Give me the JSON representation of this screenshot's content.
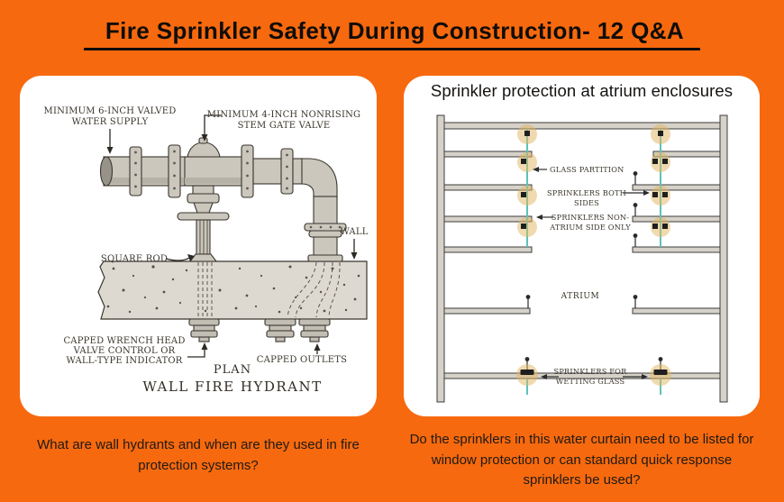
{
  "title": "Fire Sprinkler Safety During Construction- 12 Q&A",
  "colors": {
    "background": "#F7690E",
    "panel": "#FFFFFF",
    "ink": "#1F1C18",
    "glass_teal": "#5FC2BA",
    "sprinkler_halo": "#E2B55F"
  },
  "left_panel": {
    "question": "What are wall hydrants and when are they used in fire protection systems?",
    "diagram": {
      "supply_label_line1": "MINIMUM 6-INCH VALVED",
      "supply_label_line2": "WATER SUPPLY",
      "valve_label_line1": "MINIMUM 4-INCH NONRISING",
      "valve_label_line2": "STEM GATE VALVE",
      "square_rod_label": "SQUARE ROD",
      "wall_label": "WALL",
      "wrench_label_line1": "CAPPED WRENCH HEAD",
      "wrench_label_line2": "VALVE CONTROL OR",
      "wrench_label_line3": "WALL-TYPE INDICATOR",
      "capped_outlets_label": "CAPPED OUTLETS",
      "plan_label": "PLAN",
      "caption": "WALL FIRE HYDRANT"
    }
  },
  "right_panel": {
    "heading": "Sprinkler protection at atrium enclosures",
    "question": "Do the sprinklers in this water curtain need to be listed for window protection or can standard quick response sprinklers be used?",
    "diagram": {
      "glass_partition_label": "GLASS PARTITION",
      "sprinklers_both_line1": "SPRINKLERS BOTH",
      "sprinklers_both_line2": "SIDES",
      "sprinklers_non_line1": "SPRINKLERS NON-",
      "sprinklers_non_line2": "ATRIUM SIDE ONLY",
      "atrium_label": "ATRIUM",
      "wetting_line1": "SPRINKLERS FOR",
      "wetting_line2": "WETTING GLASS"
    }
  }
}
